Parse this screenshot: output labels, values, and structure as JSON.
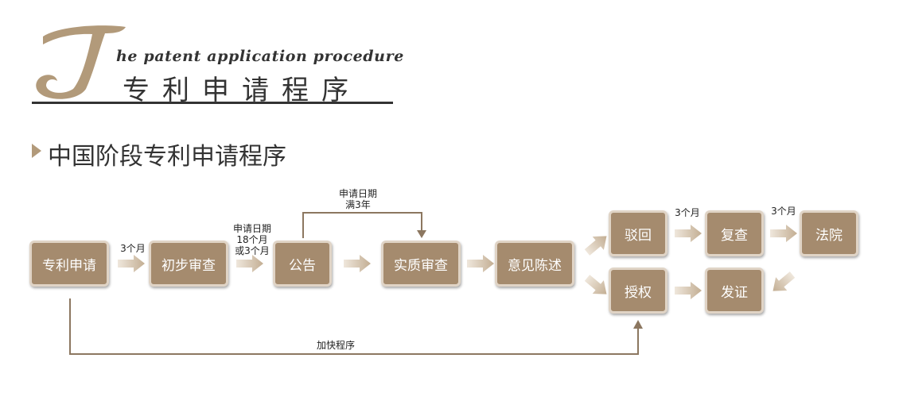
{
  "header": {
    "subtitle_en": "he patent application procedure",
    "title_cn": "专利申请程序"
  },
  "section": {
    "title": "中国阶段专利申请程序"
  },
  "nodes": {
    "apply": "专利申请",
    "prelim": "初步审查",
    "publish": "公告",
    "substantive": "实质审查",
    "opinion": "意见陈述",
    "reject": "驳回",
    "review": "复查",
    "court": "法院",
    "grant": "授权",
    "certificate": "发证"
  },
  "labels": {
    "apply_to_prelim": "3个月",
    "prelim_to_publish": [
      "申请日期",
      "18个月",
      "或3个月"
    ],
    "publish_to_substantive": [
      "申请日期",
      "满3年"
    ],
    "reject_to_review": "3个月",
    "review_to_court": "3个月",
    "expedited": "加快程序"
  },
  "colors": {
    "node_fill": "#a58b6e",
    "node_border": "#e0d4c6",
    "arrow": "#c9b59c",
    "line": "#8c7760",
    "text_dark": "#333333"
  }
}
